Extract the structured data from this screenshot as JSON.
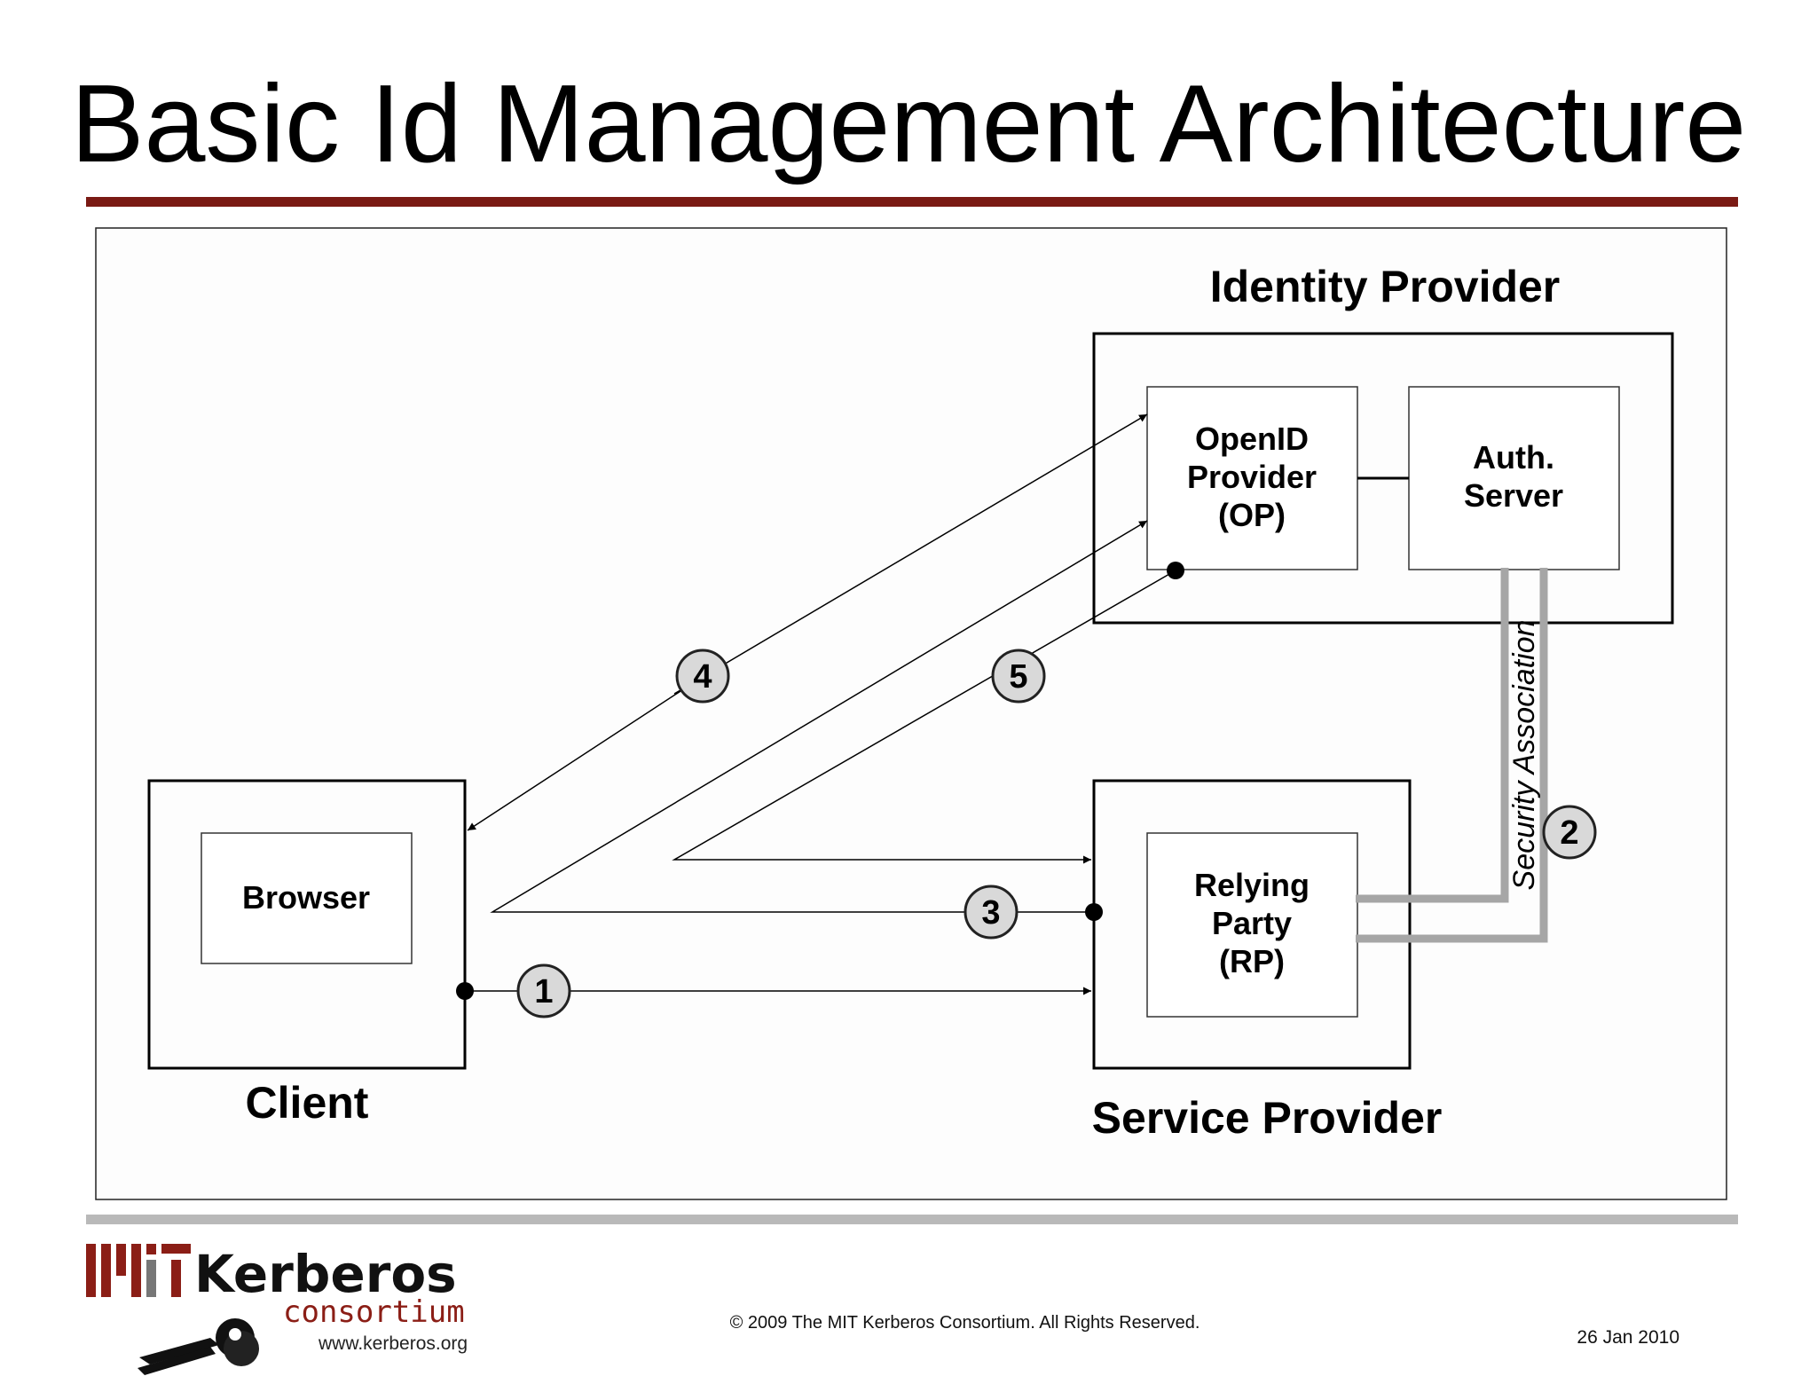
{
  "slide": {
    "title": "Basic Id Management Architecture",
    "footer_copyright": "© 2009 The MIT Kerberos Consortium. All Rights Reserved.",
    "footer_date": "26 Jan 2010"
  },
  "logo": {
    "name": "Kerberos",
    "sub": "consortium",
    "url": "www.kerberos.org"
  },
  "diagram": {
    "groups": {
      "identity_provider": "Identity Provider",
      "client": "Client",
      "service_provider": "Service Provider"
    },
    "components": {
      "openid_provider": [
        "OpenID",
        "Provider",
        "(OP)"
      ],
      "auth_server": [
        "Auth.",
        "Server"
      ],
      "browser": "Browser",
      "relying_party": [
        "Relying",
        "Party",
        "(RP)"
      ]
    },
    "security_association": "Security Association",
    "steps": [
      "1",
      "2",
      "3",
      "4",
      "5"
    ]
  },
  "colors": {
    "title_rule": "#7a1a14",
    "footer_rule": "#b9b9b9",
    "step_circle_fill": "#d9d9d9",
    "security_pipe": "#a6a6a6",
    "logo_red": "#8b1e16"
  }
}
